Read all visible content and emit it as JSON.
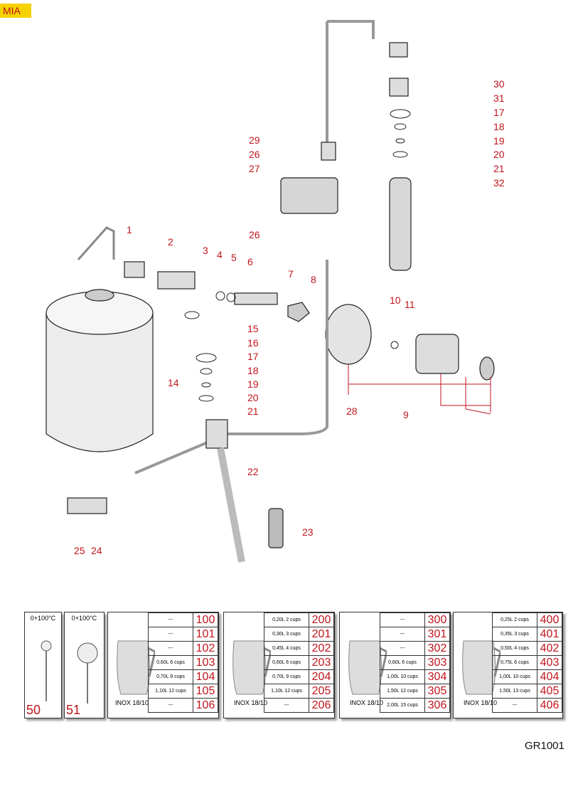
{
  "badge": "MIA",
  "drawing_code": "GR1001",
  "callouts": [
    "1",
    "2",
    "3",
    "4",
    "5",
    "6",
    "7",
    "8",
    "9",
    "10",
    "11",
    "14",
    "15",
    "16",
    "17",
    "18",
    "19",
    "20",
    "21",
    "22",
    "23",
    "24",
    "25",
    "26",
    "26",
    "27",
    "28",
    "29",
    "30",
    "31",
    "17",
    "18",
    "19",
    "20",
    "21",
    "32"
  ],
  "thermometers": [
    {
      "range": "0+100°C",
      "number": "50"
    },
    {
      "range": "0+100°C",
      "number": "51"
    }
  ],
  "jugs": [
    {
      "material": "INOX 18/10",
      "rows": [
        {
          "size": "---",
          "n": "100"
        },
        {
          "size": "---",
          "n": "101"
        },
        {
          "size": "---",
          "n": "102"
        },
        {
          "size": "0,60L 6 cups",
          "n": "103"
        },
        {
          "size": "0,70L 9 cups",
          "n": "104"
        },
        {
          "size": "1,10L 12 cups",
          "n": "105"
        },
        {
          "size": "---",
          "n": "106"
        }
      ]
    },
    {
      "material": "INOX 18/10",
      "rows": [
        {
          "size": "0,20L 2 cups",
          "n": "200"
        },
        {
          "size": "0,30L 3 cups",
          "n": "201"
        },
        {
          "size": "0,45L 4 cups",
          "n": "202"
        },
        {
          "size": "0,60L 6 cups",
          "n": "203"
        },
        {
          "size": "0,70L 9 cups",
          "n": "204"
        },
        {
          "size": "1,10L 12 cups",
          "n": "205"
        },
        {
          "size": "---",
          "n": "206"
        }
      ]
    },
    {
      "material": "INOX 18/10",
      "rows": [
        {
          "size": "---",
          "n": "300"
        },
        {
          "size": "---",
          "n": "301"
        },
        {
          "size": "---",
          "n": "302"
        },
        {
          "size": "0,60L 6 cups",
          "n": "303"
        },
        {
          "size": "1,00L 10 cups",
          "n": "304"
        },
        {
          "size": "1,50L 12 cups",
          "n": "305"
        },
        {
          "size": "2,00L 15 cups",
          "n": "306"
        }
      ]
    },
    {
      "material": "INOX 18/10",
      "rows": [
        {
          "size": "0,25L 2 cups",
          "n": "400"
        },
        {
          "size": "0,35L 3 cups",
          "n": "401"
        },
        {
          "size": "0,50L 4 cups",
          "n": "402"
        },
        {
          "size": "0,75L 6 cups",
          "n": "403"
        },
        {
          "size": "1,00L 10 cups",
          "n": "404"
        },
        {
          "size": "1,50L 13 cups",
          "n": "405"
        },
        {
          "size": "---",
          "n": "406"
        }
      ]
    }
  ]
}
